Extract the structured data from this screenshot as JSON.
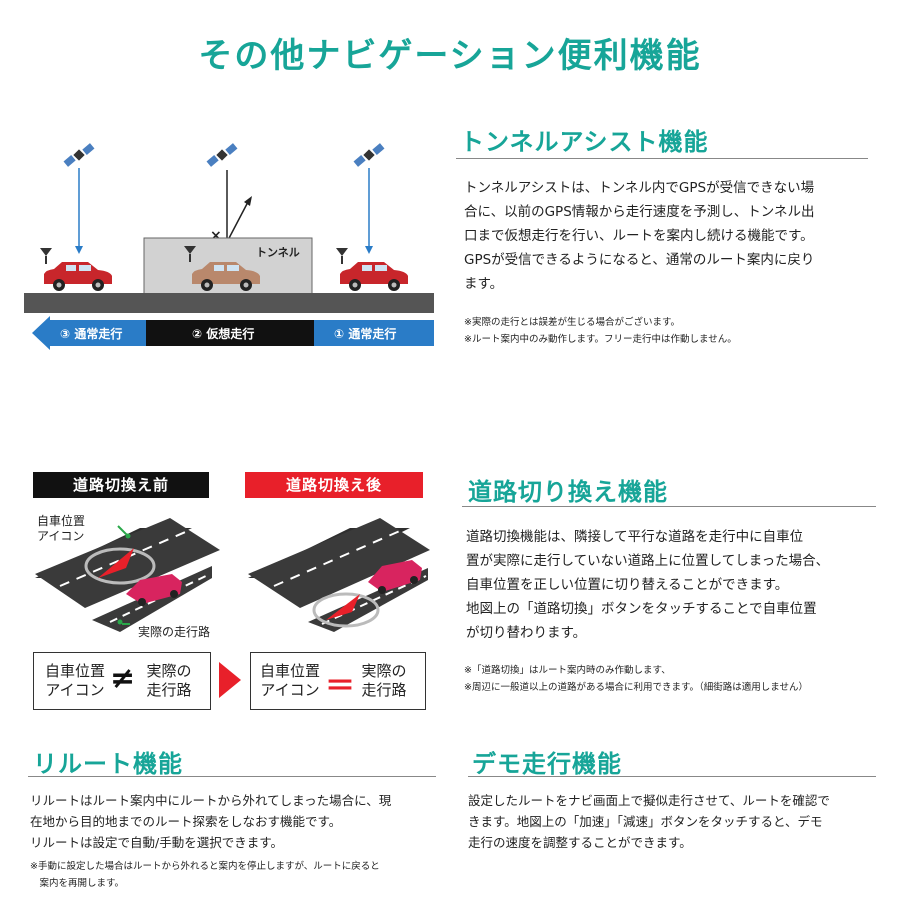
{
  "page": {
    "title": "その他ナビゲーション便利機能"
  },
  "tunnel": {
    "title": "トンネルアシスト機能",
    "body": [
      "トンネルアシストは、トンネル内でGPSが受信できない場",
      "合に、以前のGPS情報から走行速度を予測し、トンネル出",
      "口まで仮想走行を行い、ルートを案内し続ける機能です。",
      "GPSが受信できるようになると、通常のルート案内に戻り",
      "ます。"
    ],
    "notes": [
      "※実際の走行とは誤差が生じる場合がございます。",
      "※ルート案内中のみ動作します。フリー走行中は作動しません。"
    ],
    "figure": {
      "tunnel_label": "トンネル",
      "stage_3": "③ 通常走行",
      "stage_2": "② 仮想走行",
      "stage_1": "① 通常走行"
    }
  },
  "road_switch": {
    "title": "道路切り換え機能",
    "body": [
      "道路切換機能は、隣接して平行な道路を走行中に自車位",
      "置が実際に走行していない道路上に位置してしまった場合、",
      "自車位置を正しい位置に切り替えることができます。",
      "地図上の「道路切換」ボタンをタッチすることで自車位置",
      "が切り替わります。"
    ],
    "notes": [
      "※「道路切換」はルート案内時のみ作動します、",
      "※周辺に一般道以上の道路がある場合に利用できます。（細街路は適用しません）"
    ],
    "figure": {
      "before_label": "道路切換え前",
      "after_label": "道路切換え後",
      "icon_label_1": "自車位置",
      "icon_label_2": "アイコン",
      "actual_road_label": "実際の走行路",
      "left_a_1": "自車位置",
      "left_a_2": "アイコン",
      "left_op": "≠",
      "left_b_1": "実際の",
      "left_b_2": "走行路",
      "right_a_1": "自車位置",
      "right_a_2": "アイコン",
      "right_op": "＝",
      "right_b_1": "実際の",
      "right_b_2": "走行路"
    },
    "colors": {
      "before": "#111111",
      "after": "#e8202a"
    }
  },
  "reroute": {
    "title": "リルート機能",
    "body": [
      "リルートはルート案内中にルートから外れてしまった場合に、現",
      "在地から目的地までのルート探索をしなおす機能です。",
      "リルートは設定で自動/手動を選択できます。"
    ],
    "notes": [
      "※手動に設定した場合はルートから外れると案内を停止しますが、ルートに戻ると",
      "　案内を再開します。"
    ]
  },
  "demo": {
    "title": "デモ走行機能",
    "body": [
      "設定したルートをナビ画面上で擬似走行させて、ルートを確認で",
      "きます。地図上の「加速」「減速」ボタンをタッチすると、デモ",
      "走行の速度を調整することができます。"
    ]
  },
  "colors": {
    "accent": "#17a598",
    "blue": "#2a7cc7",
    "red": "#e8202a",
    "car_red": "#c8262b",
    "pink": "#d8245f"
  }
}
